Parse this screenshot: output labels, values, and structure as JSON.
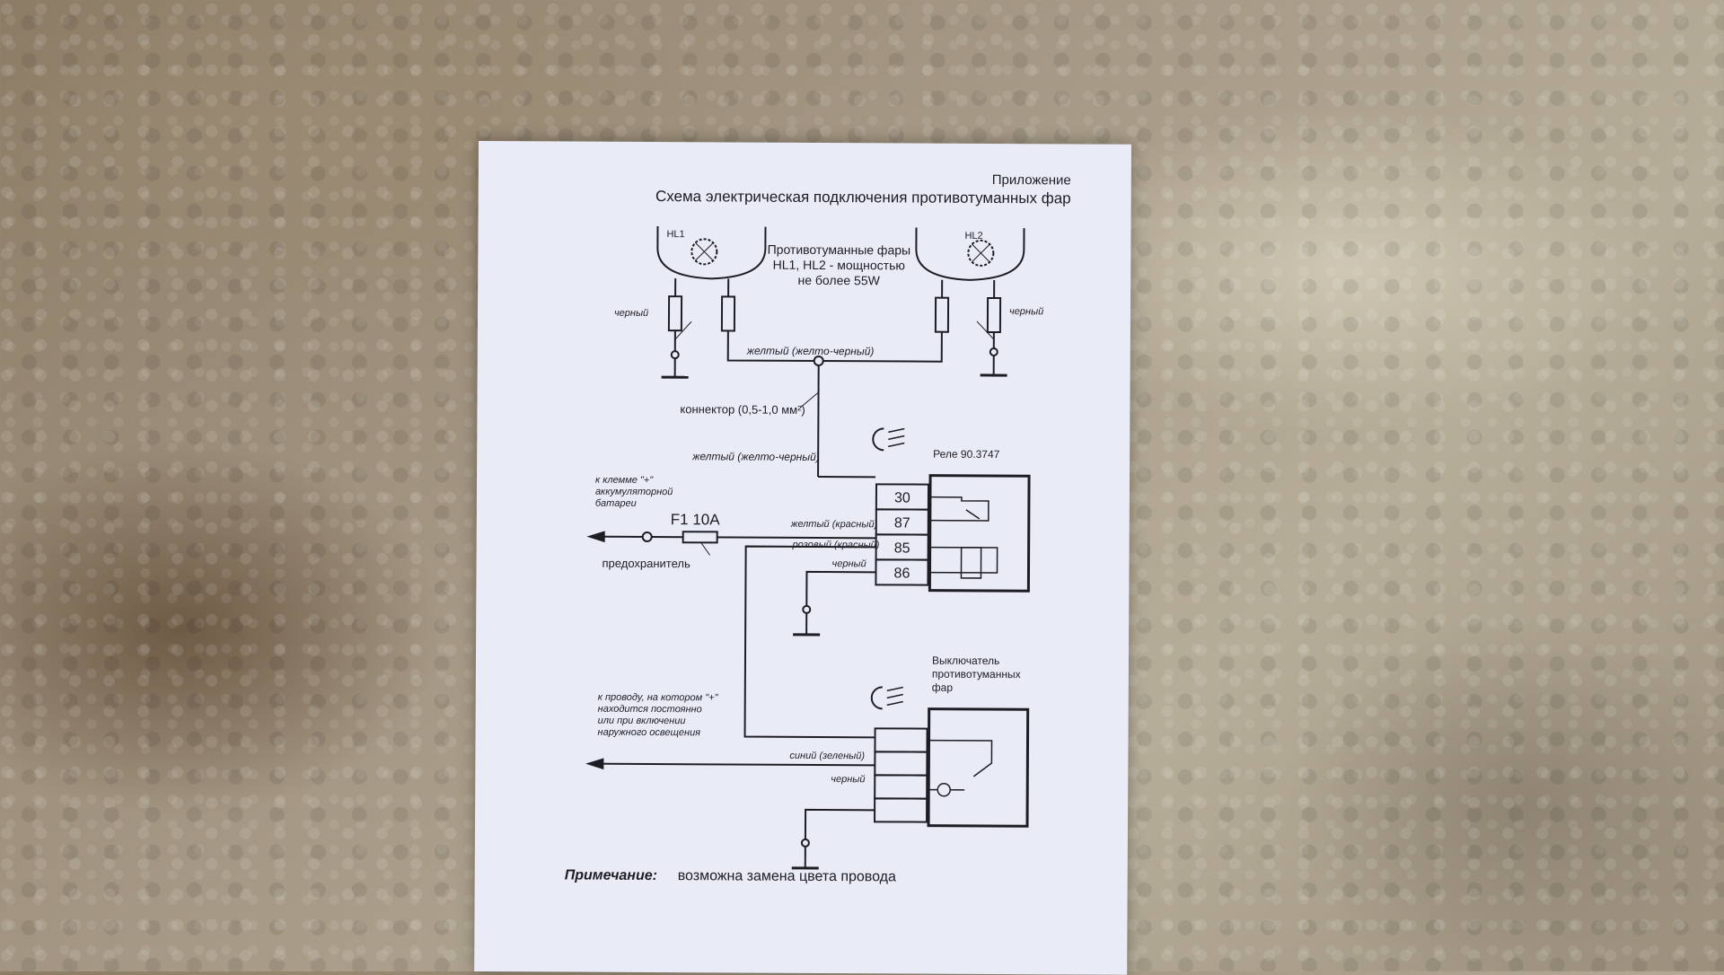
{
  "doc": {
    "appendix_label": "Приложение",
    "title": "Схема электрическая подключения противотуманных фар",
    "hl1": "HL1",
    "hl2": "HL2",
    "lamps_caption_1": "Противотуманные фары",
    "lamps_caption_2": "HL1, HL2 - мощностью",
    "lamps_caption_3": "не более 55W",
    "wire_black_left": "черный",
    "wire_black_right": "черный",
    "wire_yellow_top": "желтый (желто-черный)",
    "connector_label": "коннектор (0,5-1,0 мм²)",
    "wire_yellow_mid": "желтый (желто-черный)",
    "relay_label": "Реле 90.3747",
    "battery_1": "к клемме \"+\"",
    "battery_2": "аккумуляторной",
    "battery_3": "батареи",
    "fuse_label": "F1 10A",
    "fuse_caption": "предохранитель",
    "wire_87": "желтый (красный)",
    "wire_85": "розовый (красный)",
    "wire_86": "черный",
    "pin_30": "30",
    "pin_87": "87",
    "pin_85": "85",
    "pin_86": "86",
    "switch_1": "Выключатель",
    "switch_2": "противотуманных",
    "switch_3": "фар",
    "feed_1": "к проводу, на котором \"+\"",
    "feed_2": "находится постоянно",
    "feed_3": "или при включении",
    "feed_4": "наружного освещения",
    "wire_blue": "синий (зеленый)",
    "wire_black_switch": "черный",
    "note_bold": "Примечание:",
    "note_text": "возможна замена цвета провода"
  }
}
